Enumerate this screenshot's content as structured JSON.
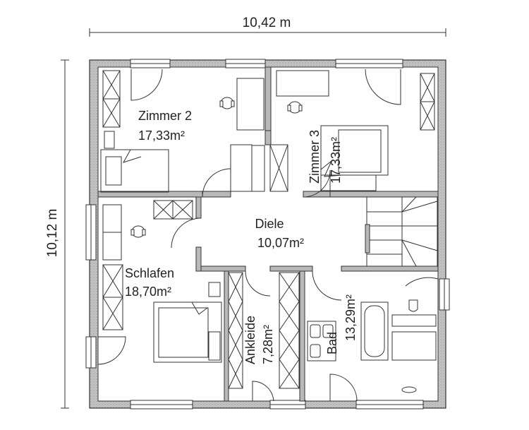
{
  "dimensions": {
    "width_label": "10,42 m",
    "height_label": "10,12 m"
  },
  "rooms": {
    "zimmer2": {
      "name": "Zimmer 2",
      "area": "17,33m²"
    },
    "zimmer3": {
      "name": "Zimmer 3",
      "area": "17,33m²"
    },
    "diele": {
      "name": "Diele",
      "area": "10,07m²"
    },
    "schlafen": {
      "name": "Schlafen",
      "area": "18,70m²"
    },
    "ankleide": {
      "name": "Ankleide",
      "area": "7,28m²"
    },
    "bad": {
      "name": "Bad",
      "area": "13,29m²"
    }
  },
  "colors": {
    "wall": "#b9b9b9",
    "line": "#333333",
    "floor": "#ffffff"
  }
}
